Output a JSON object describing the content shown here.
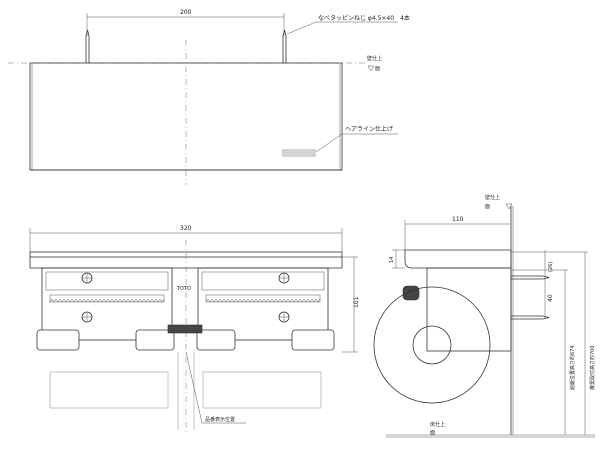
{
  "dimensions": {
    "top_width": "200",
    "front_width": "320",
    "height": "101",
    "side_depth": "110",
    "side_thickness": "14",
    "side_screw_offset": "(26)",
    "side_screw_spacing": "40",
    "side_floor_a": "給紙位置高さ約674",
    "side_floor_b": "推奨取付高さ約700"
  },
  "notes": {
    "screws": "なべタッピンねじ φ4.5×40　4本",
    "wall_top_1": "壁仕上",
    "wall_top_2": "面",
    "hairline": "ヘアライン仕上げ",
    "wall_side_1": "壁仕上",
    "wall_side_2": "面",
    "floor_1": "床仕上",
    "floor_2": "面",
    "display_pos": "品番表示位置",
    "logo": "TOTO"
  }
}
